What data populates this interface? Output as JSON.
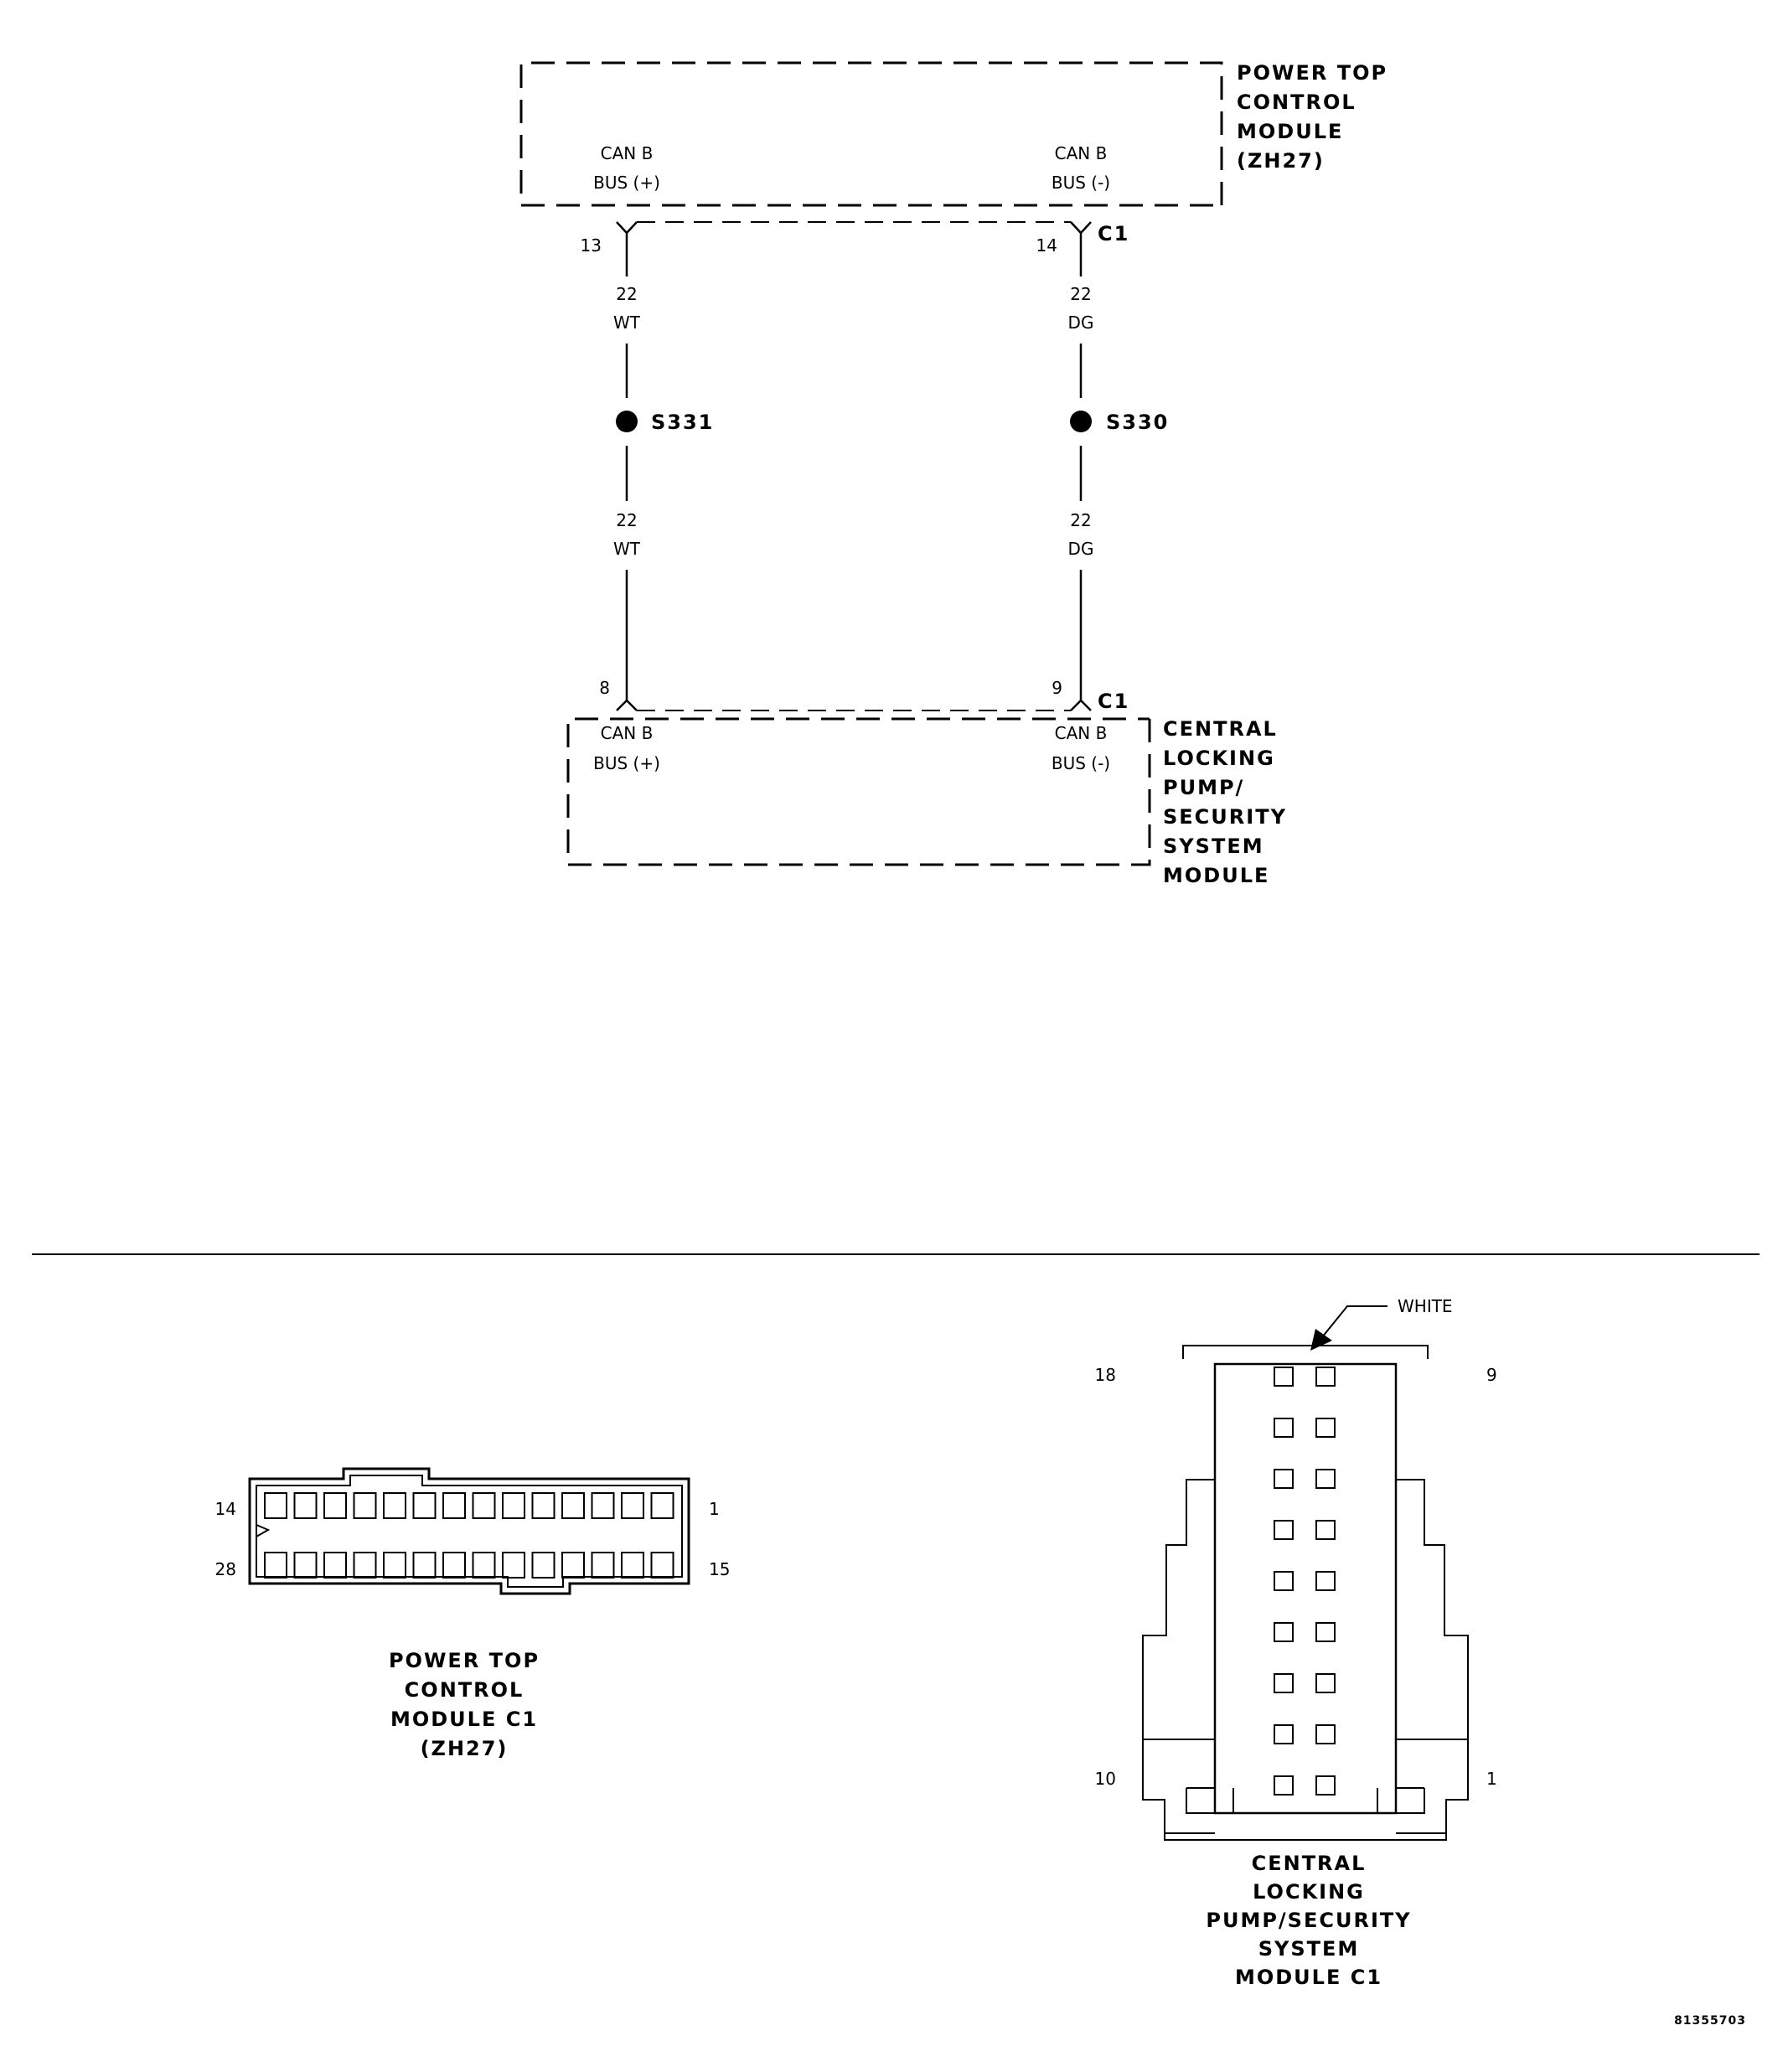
{
  "top_module": {
    "title_lines": [
      "POWER TOP",
      "CONTROL",
      "MODULE",
      "(ZH27)"
    ],
    "pin_left_label": [
      "CAN B",
      "BUS (+)"
    ],
    "pin_right_label": [
      "CAN B",
      "BUS (-)"
    ],
    "pin_left_number": "13",
    "pin_right_number": "14",
    "connector": "C1"
  },
  "bottom_module": {
    "title_lines": [
      "CENTRAL",
      "LOCKING",
      "PUMP/",
      "SECURITY",
      "SYSTEM",
      "MODULE"
    ],
    "pin_left_label": [
      "CAN B",
      "BUS (+)"
    ],
    "pin_right_label": [
      "CAN B",
      "BUS (-)"
    ],
    "pin_left_number": "8",
    "pin_right_number": "9",
    "connector": "C1"
  },
  "wires": {
    "left": {
      "gauge": "22",
      "color": "WT",
      "splice": "S331"
    },
    "right": {
      "gauge": "22",
      "color": "DG",
      "splice": "S330"
    }
  },
  "connector_ptcm": {
    "pin_top_left": "14",
    "pin_top_right": "1",
    "pin_bottom_left": "28",
    "pin_bottom_right": "15",
    "caption_lines": [
      "POWER TOP",
      "CONTROL",
      "MODULE C1",
      "(ZH27)"
    ]
  },
  "connector_clp": {
    "color_callout": "WHITE",
    "pin_top_left": "18",
    "pin_top_right": "9",
    "pin_bottom_left": "10",
    "pin_bottom_right": "1",
    "caption_lines": [
      "CENTRAL",
      "LOCKING",
      "PUMP/SECURITY",
      "SYSTEM",
      "MODULE C1"
    ]
  },
  "figure_id": "81355703"
}
